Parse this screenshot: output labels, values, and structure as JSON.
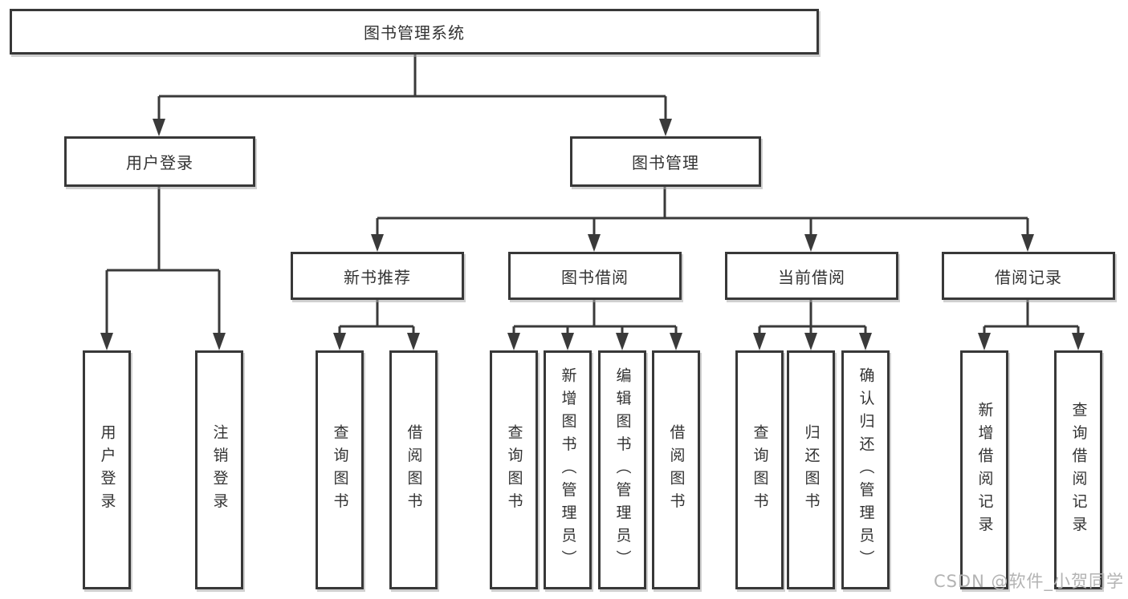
{
  "diagram": {
    "colors": {
      "line": "#3a3a3a",
      "box_border": "#383838",
      "box_fill": "#ffffff",
      "text": "#333333",
      "watermark": "#b3b3b3"
    },
    "tree": {
      "root": {
        "label": "图书管理系统"
      },
      "branches": [
        {
          "label": "用户登录",
          "leaves": [
            {
              "label": "用户登录"
            },
            {
              "label": "注销登录"
            }
          ]
        },
        {
          "label": "图书管理",
          "groups": [
            {
              "label": "新书推荐",
              "leaves": [
                {
                  "label": "查询图书"
                },
                {
                  "label": "借阅图书"
                }
              ]
            },
            {
              "label": "图书借阅",
              "leaves": [
                {
                  "label": "查询图书"
                },
                {
                  "label": "新增图书（管理员）"
                },
                {
                  "label": "编辑图书（管理员）"
                },
                {
                  "label": "借阅图书"
                }
              ]
            },
            {
              "label": "当前借阅",
              "leaves": [
                {
                  "label": "查询图书"
                },
                {
                  "label": "归还图书"
                },
                {
                  "label": "确认归还（管理员）"
                }
              ]
            },
            {
              "label": "借阅记录",
              "leaves": [
                {
                  "label": "新增借阅记录"
                },
                {
                  "label": "查询借阅记录"
                }
              ]
            }
          ]
        }
      ]
    },
    "watermark": {
      "text": "CSDN @软件_小贺同学"
    }
  }
}
